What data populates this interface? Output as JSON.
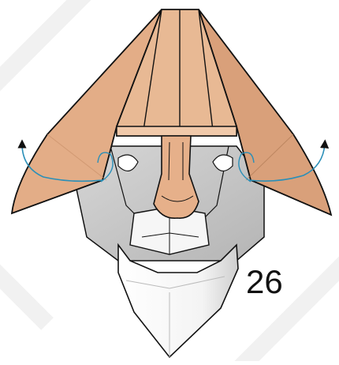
{
  "diagram": {
    "step_number": "26",
    "colors": {
      "paper_colored": "#e3ad87",
      "paper_colored_dark": "#c9906a",
      "paper_colored_light": "#f0c9aa",
      "paper_white": "#ffffff",
      "paper_gray": "#c8c8c8",
      "paper_gray_dark": "#a9a9a9",
      "outline": "#111111",
      "arrow": "#2a8fb8",
      "background_watermark": "#f3f3f3"
    },
    "arrows": [
      {
        "name": "left-fold-arrow",
        "direction": "up-left"
      },
      {
        "name": "right-fold-arrow",
        "direction": "up-right"
      }
    ]
  }
}
